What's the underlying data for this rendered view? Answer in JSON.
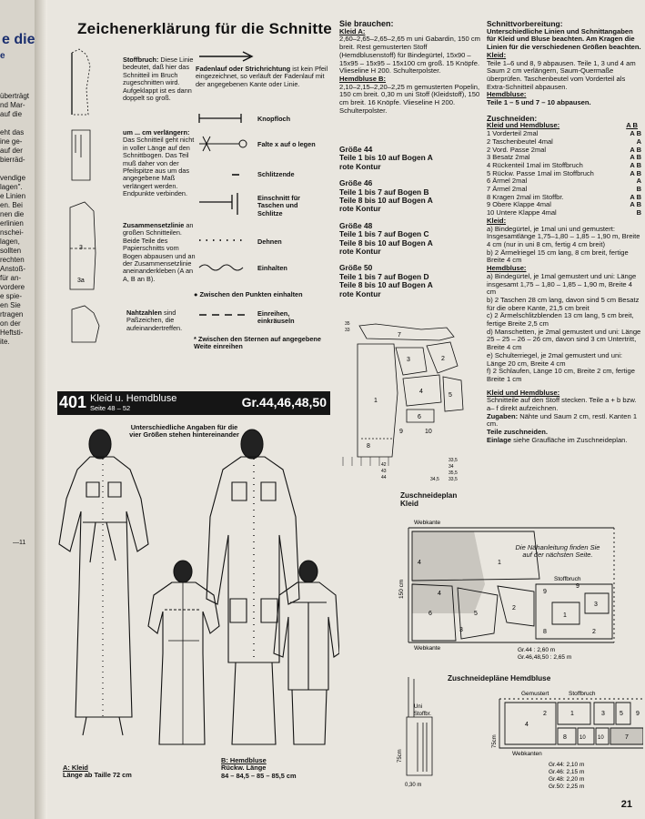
{
  "left_strip": {
    "heading": "e die",
    "heading2": "e",
    "lines": [
      "überträgt",
      "nd Mar-",
      "auf die",
      "",
      "eht das",
      "ine ge-",
      "auf der",
      "bierräd-",
      "",
      "vendige",
      "lagen\".",
      "e Linien",
      "en. Bei",
      "nen die",
      "erlinien",
      "nschei-",
      "lagen,",
      "sollten",
      "rechten",
      "Anstoß-",
      "für an-",
      "vordere",
      "e spie-",
      "en Sie",
      "rtragen",
      "on der",
      "Heftsti-",
      "ite."
    ],
    "mark": "11"
  },
  "legend": {
    "title": "Zeichenerklärung für die Schnitte",
    "stoffbruch_label": "Stoffbruch:",
    "stoffbruch_text": "Diese Linie bedeutet, daß hier das Schnitteil im Bruch zugeschnitten wird. Aufgeklappt ist es dann doppelt so groß.",
    "verlaengern_label": "um ... cm verlängern:",
    "verlaengern_text": "Das Schnitteil geht nicht in voller Länge auf den Schnittbogen. Das Teil muß daher von der Pfeilspitze aus um das angegebene Maß verlängert werden. Endpunkte verbinden.",
    "zusammen_label": "Zusammensetzlinie",
    "zusammen_text": "an großen Schnitteilen. Beide Teile des Papierschnitts vom Bogen abpausen und an der Zusammensetzlinie aneinanderkleben (A an A, B an B).",
    "naht_label": "Nahtzahlen",
    "naht_text": "sind Paßzeichen, die aufeinandertreffen.",
    "faden_label": "Fadenlauf oder Strichrichtung",
    "faden_text": "ist kein Pfeil eingezeichnet, so verläuft der Fadenlauf mit der angegebenen Kante oder Linie.",
    "knopfloch": "Knopfloch",
    "falte": "Falte x auf o legen",
    "schlitzende": "Schlitzende",
    "einschnitt": "Einschnitt für Taschen und Schlitze",
    "dehnen": "Dehnen",
    "einhalten": "Einhalten",
    "zwischen_punkten": "Zwischen den Punkten einhalten",
    "einreihen": "Einreihen, einkräuseln",
    "zwischen_sternen": "Zwischen den Sternen auf angegebene Weite einreihen",
    "example_labels": [
      "3",
      "3a"
    ]
  },
  "sie_brauchen": {
    "title": "Sie brauchen:",
    "kleid_label": "Kleid A:",
    "kleid_text": "2,60–2,65–2,65–2,65 m uni Gabardin, 150 cm breit. Rest gemusterten Stoff (Hemdblusenstoff) für Bindegürtel, 15x90 – 15x95 – 15x95 – 15x100 cm groß. 15 Knöpfe. Vlieseline H 200. Schulterpolster.",
    "bluse_label": "Hemdbluse B:",
    "bluse_text": "2,10–2,15–2,20–2,25 m gemusterten Popelin, 150 cm breit. 0,30 m uni Stoff (Kleidstoff), 150 cm breit. 16 Knöpfe. Vlieseline H 200. Schulterpolster."
  },
  "sizes": [
    {
      "size": "Größe 44",
      "line1": "Teile 1 bis 10 auf Bogen A",
      "line2": "rote Kontur"
    },
    {
      "size": "Größe 46",
      "line1": "Teile 1 bis 7 auf Bogen B",
      "line2": "Teile 8 bis 10 auf Bogen A",
      "line3": "rote Kontur"
    },
    {
      "size": "Größe 48",
      "line1": "Teile 1 bis 7 auf Bogen C",
      "line2": "Teile 8 bis 10 auf Bogen A",
      "line3": "rote Kontur"
    },
    {
      "size": "Größe 50",
      "line1": "Teile 1 bis 7 auf Bogen D",
      "line2": "Teile 8 bis 10 auf Bogen A",
      "line3": "rote Kontur"
    }
  ],
  "vorbereitung": {
    "title": "Schnittvorbereitung:",
    "intro": "Unterschiedliche Linien und Schnittangaben für Kleid und Bluse beachten. Am Kragen die Linien für die verschiedenen Größen beachten.",
    "kleid_label": "Kleid:",
    "kleid_text": "Teile 1–6 und 8, 9 abpausen. Teile 1, 3 und 4 am Saum 2 cm verlängern, Saum-Quermaße überprüfen. Taschenbeutel vom Vorderteil als Extra-Schnitteil abpausen.",
    "bluse_label": "Hemdbluse:",
    "bluse_text": "Teile 1 – 5 und 7 – 10 abpausen."
  },
  "zuschneiden": {
    "title": "Zuschneiden:",
    "subtitle": "Kleid und Hemdbluse:",
    "ab_header": "A B",
    "items": [
      {
        "label": "1  Vorderteil 2mal",
        "ab": "A B"
      },
      {
        "label": "2  Taschenbeutel 4mal",
        "ab": "A"
      },
      {
        "label": "2  Vord. Passe 2mal",
        "ab": "A B"
      },
      {
        "label": "3  Besatz 2mal",
        "ab": "A B"
      },
      {
        "label": "4  Rückenteil 1mal im Stoffbruch",
        "ab": "A B"
      },
      {
        "label": "5  Rückw. Passe 1mal im Stoffbruch",
        "ab": "A B"
      },
      {
        "label": "6  Ärmel 2mal",
        "ab": "A"
      },
      {
        "label": "7  Ärmel 2mal",
        "ab": "B"
      },
      {
        "label": "8  Kragen 2mal im Stoffbr.",
        "ab": "A B"
      },
      {
        "label": "9  Obere Klappe 4mal",
        "ab": "A B"
      },
      {
        "label": "10  Untere Klappe 4mal",
        "ab": "B"
      }
    ],
    "kleid_label": "Kleid:",
    "kleid_items": [
      "a) Bindegürtel, je 1mal uni und gemustert: Insgesamtlänge 1,75–1,80 – 1,85 – 1,90 m, Breite 4 cm (nur in uni 8 cm, fertig 4 cm breit)",
      "b) 2 Ärmelriegel 15 cm lang, 8 cm breit, fertige Breite 4 cm"
    ],
    "bluse_label": "Hemdbluse:",
    "bluse_items": [
      "a) Bindegürtel, je 1mal gemustert und uni: Länge insgesamt 1,75 – 1,80 – 1,85 – 1,90 m, Breite 4 cm",
      "b) 2 Taschen 28 cm lang, davon sind 5 cm Besatz für die obere Kante, 21,5 cm breit",
      "c) 2 Ärmelschlitzblenden 13 cm lang, 5 cm breit, fertige Breite 2,5 cm",
      "d) Manschetten, je 2mal gemustert und uni: Länge 25 – 25 – 26 – 26 cm, davon sind 3 cm Untertritt, Breite 4 cm",
      "e) Schulterriegel, je 2mal gemustert und uni: Länge 20 cm, Breite 4 cm",
      "f) 2 Schlaufen, Länge 10 cm, Breite 2 cm, fertige Breite 1 cm"
    ],
    "beide_label": "Kleid und Hemdbluse:",
    "beide_text": "Schnitteile auf den Stoff stecken. Teile a + b bzw. a– f direkt aufzeichnen.",
    "zugaben_label": "Zugaben:",
    "zugaben_text": "Nähte und Saum 2 cm, restl. Kanten 1 cm.",
    "teile_label": "Teile zuschneiden.",
    "einlage_label": "Einlage",
    "einlage_text": "siehe Graufläche im Zuschneideplan."
  },
  "pattern_overview": {
    "measures": [
      "35",
      "33",
      "33,5",
      "34",
      "35,5",
      "33,5",
      "42",
      "43",
      "44",
      "34,5"
    ],
    "numbers": [
      "1",
      "2",
      "3",
      "4",
      "5",
      "6",
      "7",
      "8",
      "9",
      "10"
    ]
  },
  "model": {
    "number": "401",
    "title": "Kleid u. Hemdbluse",
    "pages": "Seite 48 – 52",
    "sizes": "Gr.44,46,48,50",
    "note": "Unterschiedliche Angaben für die vier Größen stehen hintereinander",
    "kleid_caption_1": "A: Kleid",
    "kleid_caption_2": "Länge ab Taille 72 cm",
    "bluse_caption_1": "B: Hemdbluse",
    "bluse_caption_2": "Rückw. Länge",
    "bluse_caption_3": "84 – 84,5 – 85 – 85,5 cm"
  },
  "plan_kleid": {
    "title": "Zuschneideplan",
    "subtitle": "Kleid",
    "webkante_top": "Webkante",
    "webkante_bottom": "Webkante",
    "stoffbruch": "Stoffbruch",
    "width_label": "150 cm",
    "note": "Die Nähanleitung finden Sie auf der nächsten Seite.",
    "measure_1": "Gr.44 : 2,60 m",
    "measure_2": "Gr.46,48,50 : 2,65 m",
    "piece_numbers": [
      "4",
      "1",
      "6",
      "5",
      "2",
      "9",
      "1",
      "3",
      "8",
      "2",
      "3",
      "9",
      "4"
    ]
  },
  "plan_bluse": {
    "title": "Zuschneidepläne Hemdbluse",
    "gemustert": "Gemustert",
    "stoffbruch": "Stoffbruch",
    "webkanten": "Webkanten",
    "uni_label": "Uni",
    "uni_stoffbr": "Stoffbr.",
    "uni_height": "75cm",
    "uni_width": "0,30 m",
    "width_label": "75cm",
    "measures": [
      "Gr.44: 2,10 m",
      "Gr.46: 2,15 m",
      "Gr.48: 2,20 m",
      "Gr.50: 2,25 m"
    ],
    "piece_numbers": [
      "4",
      "1",
      "3",
      "5",
      "8",
      "10",
      "10",
      "7",
      "2",
      "9"
    ]
  },
  "page_number": "21"
}
